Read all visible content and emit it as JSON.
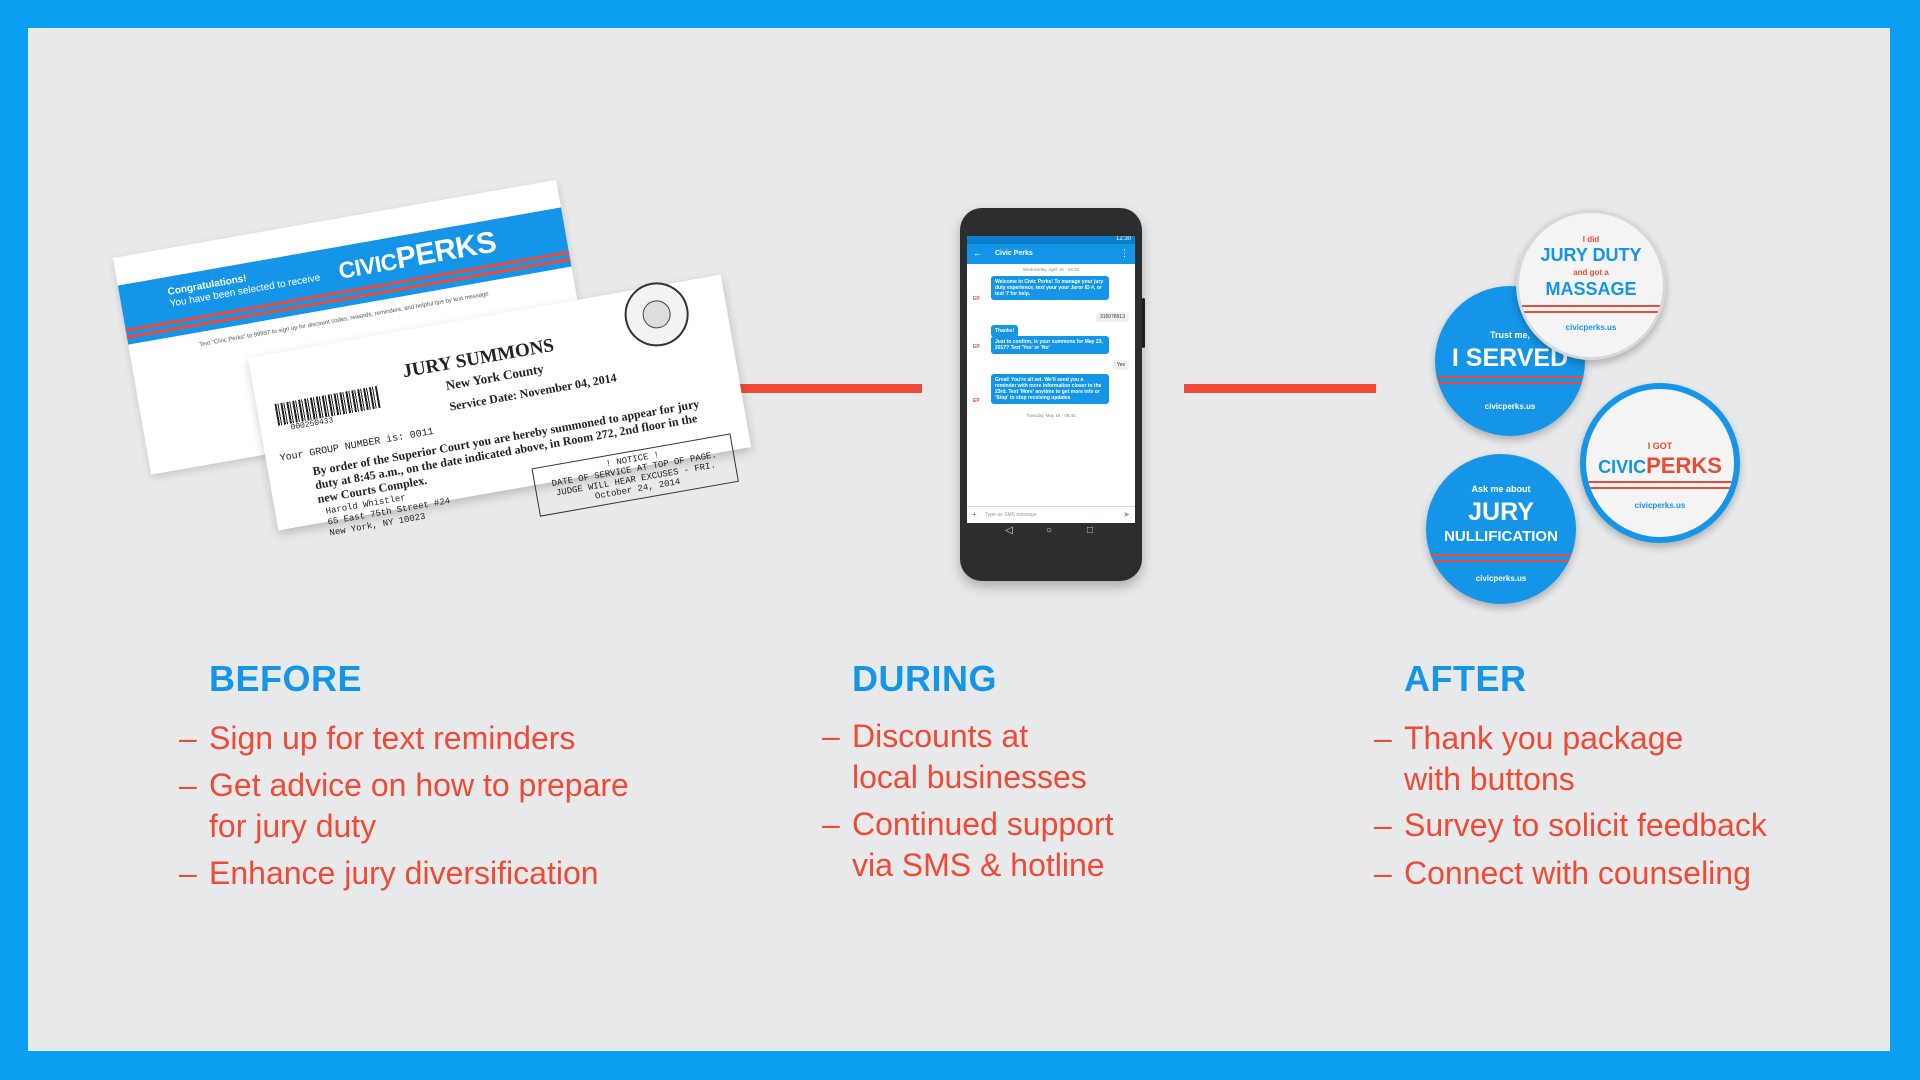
{
  "colors": {
    "frame": "#0b9ff2",
    "background": "#e8e9ea",
    "blue": "#1495e8",
    "red": "#ef4a35"
  },
  "envelope": {
    "congrats_line1": "Congratulations!",
    "congrats_line2": "You have been selected to receive",
    "logo_civic": "CIVIC",
    "logo_perks": "PERKS",
    "small_text": "Text \"Civic Perks\" to 99997 to sign up for discount codes, rewards, reminders, and helpful tips by text message"
  },
  "summons": {
    "title": "JURY SUMMONS",
    "county": "New York County",
    "service_date": "Service Date: November 04, 2014",
    "barcode_number": "000250433",
    "group_number": "Your GROUP NUMBER is: 0011",
    "body": "By order of the Superior Court you are hereby summoned to appear for jury duty at 8:45 a.m., on the date indicated above, in Room 272, 2nd floor in the new Courts Complex.",
    "address_line1": "Harold Whistler",
    "address_line2": "65 East 75th Street #24",
    "address_line3": "New York, NY 10023",
    "notice_line1": "! NOTICE !",
    "notice_line2": "DATE OF SERVICE AT TOP OF PAGE.",
    "notice_line3": "JUDGE WILL HEAR EXCUSES - FRI.",
    "notice_line4": "October 24, 2014"
  },
  "phone": {
    "time": "12:30",
    "app_title": "Civic Perks",
    "day_label_1": "Wednesday, April 19 · 19:32",
    "msg1": "Welcome to Civic Perks! To manage your jury duty experience, text your your Juror ID #, or text 'I' for help.",
    "reply1": "315078913",
    "msg2": "Thanks!",
    "msg3": "Just to confirm, is your summons for May 23, 2017? Text 'Yes' or 'No'",
    "reply2": "Yes",
    "msg4": "Great! You're all set. We'll send you a reminder with more information closer to the 23rd. Text 'More' anytime to get more info or 'Stop' to stop receiving updates",
    "day_label_2": "Tuesday, May 16 · 09:45",
    "input_placeholder": "Type an SMS message",
    "ep": "EP"
  },
  "pins": {
    "served_top": "Trust me,",
    "served_big": "I SERVED",
    "served_url": "civicperks.us",
    "massage_top": "I did",
    "massage_mid1": "JURY DUTY",
    "massage_mid2": "and got a",
    "massage_big": "MASSAGE",
    "massage_url": "civicperks.us",
    "got_top": "I GOT",
    "got_civic": "CIVIC",
    "got_perks": "PERKS",
    "got_url": "civicperks.us",
    "null_top": "Ask me about",
    "null_big": "JURY",
    "null_mid": "NULLIFICATION",
    "null_url": "civicperks.us"
  },
  "columns": {
    "before": {
      "heading": "BEFORE",
      "dash": "–",
      "item1": "Sign up for text reminders",
      "item2_line1": "Get advice on how to prepare",
      "item2_line2": "for jury duty",
      "item3": "Enhance jury diversification"
    },
    "during": {
      "heading": "DURING",
      "dash": "–",
      "item1_line1": "Discounts at",
      "item1_line2": "local businesses",
      "item2_line1": "Continued support",
      "item2_line2": "via SMS & hotline"
    },
    "after": {
      "heading": "AFTER",
      "dash": "–",
      "item1_line1": "Thank you package",
      "item1_line2": "with buttons",
      "item2": "Survey to solicit feedback",
      "item3": "Connect with counseling"
    }
  }
}
